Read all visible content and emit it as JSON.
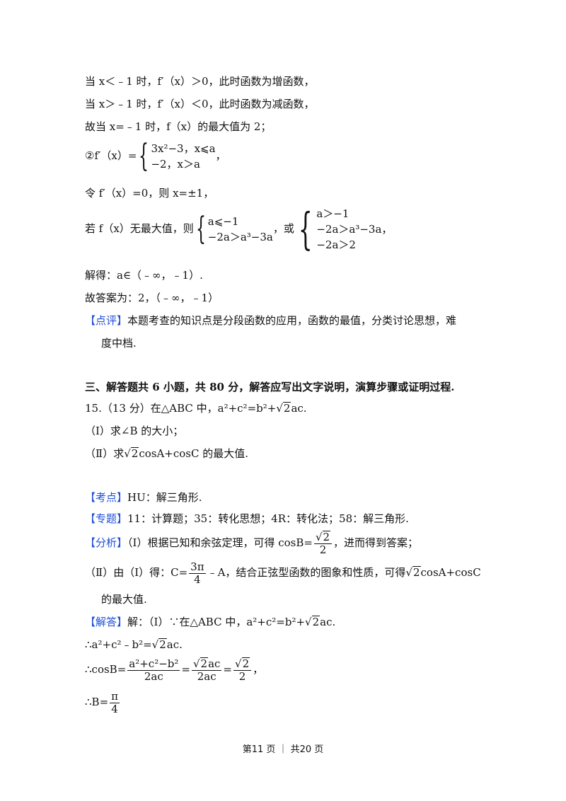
{
  "lines": {
    "l1": "当 x＜﹣1 时，f′（x）＞0，此时函数为增函数，",
    "l2": "当 x＞﹣1 时，f′（x）＜0，此时函数为减函数，",
    "l3": "故当 x=﹣1 时，f（x）的最大值为 2；",
    "l4_prefix": "②f′（x）=",
    "l4_case1": "3x²−3，x⩽a",
    "l4_case2": "−2，x＞a",
    "l4_suffix": "，",
    "l5": "令 f′（x）=0，则 x=±1，",
    "l6_prefix": "若 f（x）无最大值，则",
    "l6_case1a": "a⩽−1",
    "l6_case1b": "−2a＞a³−3a",
    "l6_mid": "，或",
    "l6_case2a": "a＞−1",
    "l6_case2b": "−2a＞a³−3a，",
    "l6_case2c": "−2a＞2",
    "l7": "解得：a∈（﹣∞，﹣1）.",
    "l8": "故答案为：2，（﹣∞，﹣1）",
    "comment_tag": "【点评】",
    "comment_text": "本题考查的知识点是分段函数的应用，函数的最值，分类讨论思想，难",
    "comment_text2": "度中档."
  },
  "section": {
    "heading": "三、解答题共 6 小题，共 80 分，解答应写出文字说明，演算步骤或证明过程."
  },
  "problem15": {
    "stem_prefix": "15.（13 分）在△ABC 中，a²+c²=b²+",
    "stem_sqrt": "2",
    "stem_suffix": "ac.",
    "part1": "（Ⅰ）求∠B 的大小；",
    "part2_prefix": "（Ⅱ）求",
    "part2_sqrt": "2",
    "part2_suffix": "cosA+cosC 的最大值."
  },
  "analysis": {
    "kaodian_tag": "【考点】",
    "kaodian_text": "HU：解三角形.",
    "zhuanti_tag": "【专题】",
    "zhuanti_text": "11：计算题；35：转化思想；4R：转化法；58：解三角形.",
    "fenxi_tag": "【分析】",
    "fenxi_text1": "（Ⅰ）根据已知和余弦定理，可得 cosB=",
    "fenxi_frac_num": "2",
    "fenxi_frac_den": "2",
    "fenxi_text1_suffix": "，进而得到答案；",
    "fenxi_text2_prefix": "（Ⅱ）由（Ⅰ）得：C=",
    "fenxi_c_num": "3π",
    "fenxi_c_den": "4",
    "fenxi_text2_mid": "﹣A，结合正弦型函数的图象和性质，可得",
    "fenxi_sqrt": "2",
    "fenxi_text2_suffix": "cosA+cosC",
    "fenxi_text3": "的最大值."
  },
  "solution": {
    "tag": "【解答】",
    "s1_prefix": "解：（Ⅰ）∵在△ABC 中，a²+c²=b²+",
    "s1_sqrt": "2",
    "s1_suffix": "ac.",
    "s2_prefix": "∴a²+c²﹣b²=",
    "s2_sqrt": "2",
    "s2_suffix": "ac.",
    "s3_prefix": "∴cosB=",
    "s3_f1_num": "a²+c²−b²",
    "s3_f1_den": "2ac",
    "s3_f2_num_sqrt": "2",
    "s3_f2_num_rest": "ac",
    "s3_f2_den": "2ac",
    "s3_f3_num": "2",
    "s3_f3_den": "2",
    "s3_suffix": "，",
    "s4_prefix": "∴B=",
    "s4_num": "π",
    "s4_den": "4"
  },
  "footer": {
    "text": "第11 页 ｜ 共20 页"
  }
}
